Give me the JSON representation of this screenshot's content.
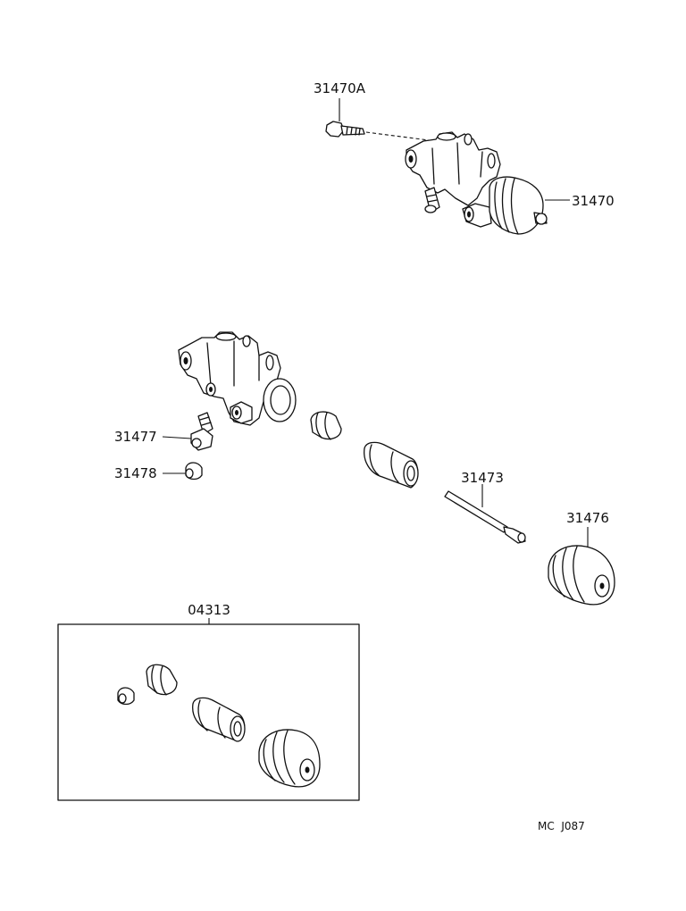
{
  "parts": {
    "p31470a": "31470A",
    "p31470": "31470",
    "p31477": "31477",
    "p31478": "31478",
    "p31473": "31473",
    "p31476": "31476",
    "p04313": "04313"
  },
  "footer": {
    "code": "MC  J087"
  }
}
